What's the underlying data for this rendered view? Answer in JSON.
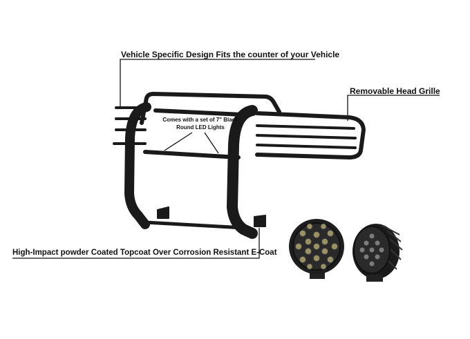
{
  "callouts": {
    "design": "Vehicle Specific Design Fits the counter of your Vehicle",
    "grille": "Removable Head Grille",
    "lights": "Comes with a set of 7\" Black Round LED Lights",
    "coating": "High-Impact powder Coated Topcoat Over Corrosion Resistant E-Coat"
  },
  "colors": {
    "metal": "#1a1a1a",
    "line": "#111111",
    "led": "#9a9262"
  }
}
